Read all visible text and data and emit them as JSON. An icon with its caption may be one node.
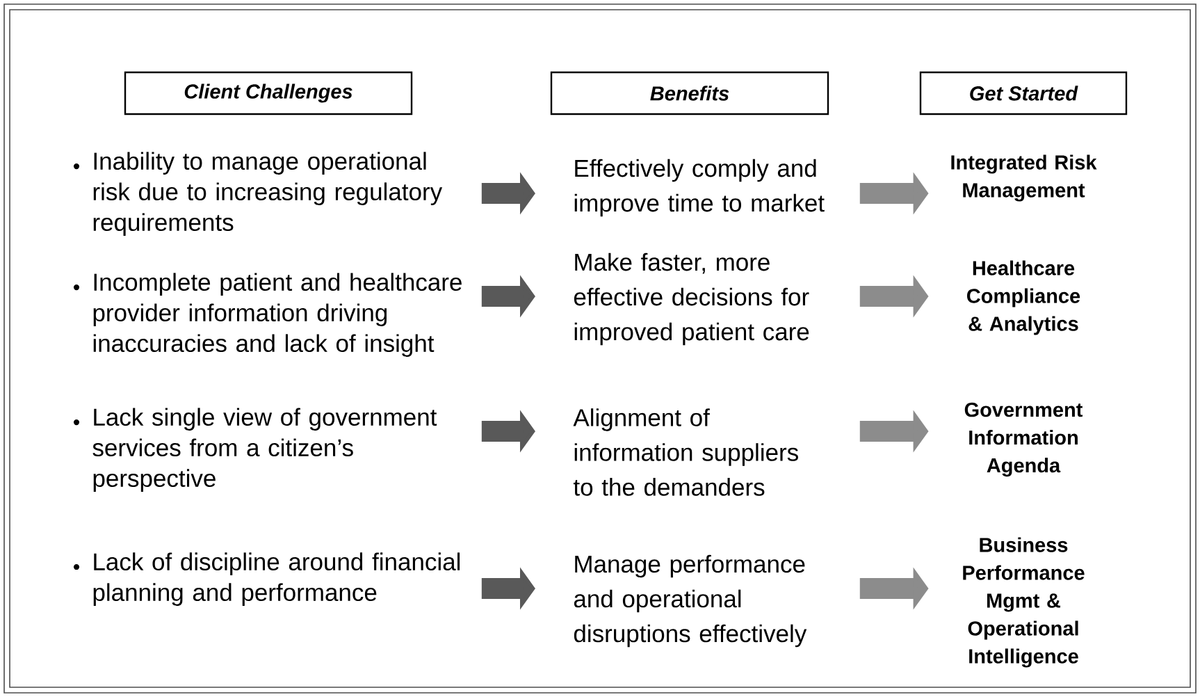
{
  "diagram": {
    "nodes": [
      {
        "text": [
          "Client Challenges"
        ]
      },
      {
        "text": [
          "Benefits"
        ]
      },
      {
        "text": [
          "Get Started"
        ]
      },
      {
        "text": [
          "Inability to manage operational risk due to increasing regulatory requirements"
        ]
      },
      {
        "text": [
          "Effectively comply and improve time to market"
        ]
      },
      {
        "text": [
          "Integrated Risk Management"
        ]
      },
      {
        "text": [
          "Incomplete patient and healthcare provider information driving inaccuracies and lack of insight"
        ]
      },
      {
        "text": [
          "Make faster, more effective decisions for improved patient care"
        ]
      },
      {
        "text": [
          "Healthcare Compliance & Analytics"
        ]
      },
      {
        "text": [
          "Lack single view of government services from a citizen’s perspective"
        ]
      },
      {
        "text": [
          "Alignment of information suppliers to the demanders"
        ]
      },
      {
        "text": [
          "Government Information Agenda"
        ]
      },
      {
        "text": [
          "Lack of discipline around financial planning and performance"
        ]
      },
      {
        "text": [
          "Manage performance and operational disruptions effectively"
        ]
      },
      {
        "text": [
          "Business Performance Mgmt & Operational Intelligence"
        ]
      }
    ],
    "edges": [
      {
        "from": 3,
        "to": 4,
        "arrow": "to"
      },
      {
        "from": 4,
        "to": 5,
        "arrow": "to",
        "color": "#8c8c8c"
      },
      {
        "from": 6,
        "to": 7,
        "arrow": "to"
      },
      {
        "from": 7,
        "to": 8,
        "arrow": "to",
        "color": "#8c8c8c"
      },
      {
        "from": 9,
        "to": 10,
        "arrow": "to"
      },
      {
        "from": 10,
        "to": 11,
        "arrow": "to",
        "color": "#8c8c8c"
      },
      {
        "from": 12,
        "to": 13,
        "arrow": "to"
      },
      {
        "from": 13,
        "to": 14,
        "arrow": "to",
        "color": "#8c8c8c"
      }
    ],
    "labels": [
      "•",
      "•",
      "•",
      "•"
    ]
  }
}
